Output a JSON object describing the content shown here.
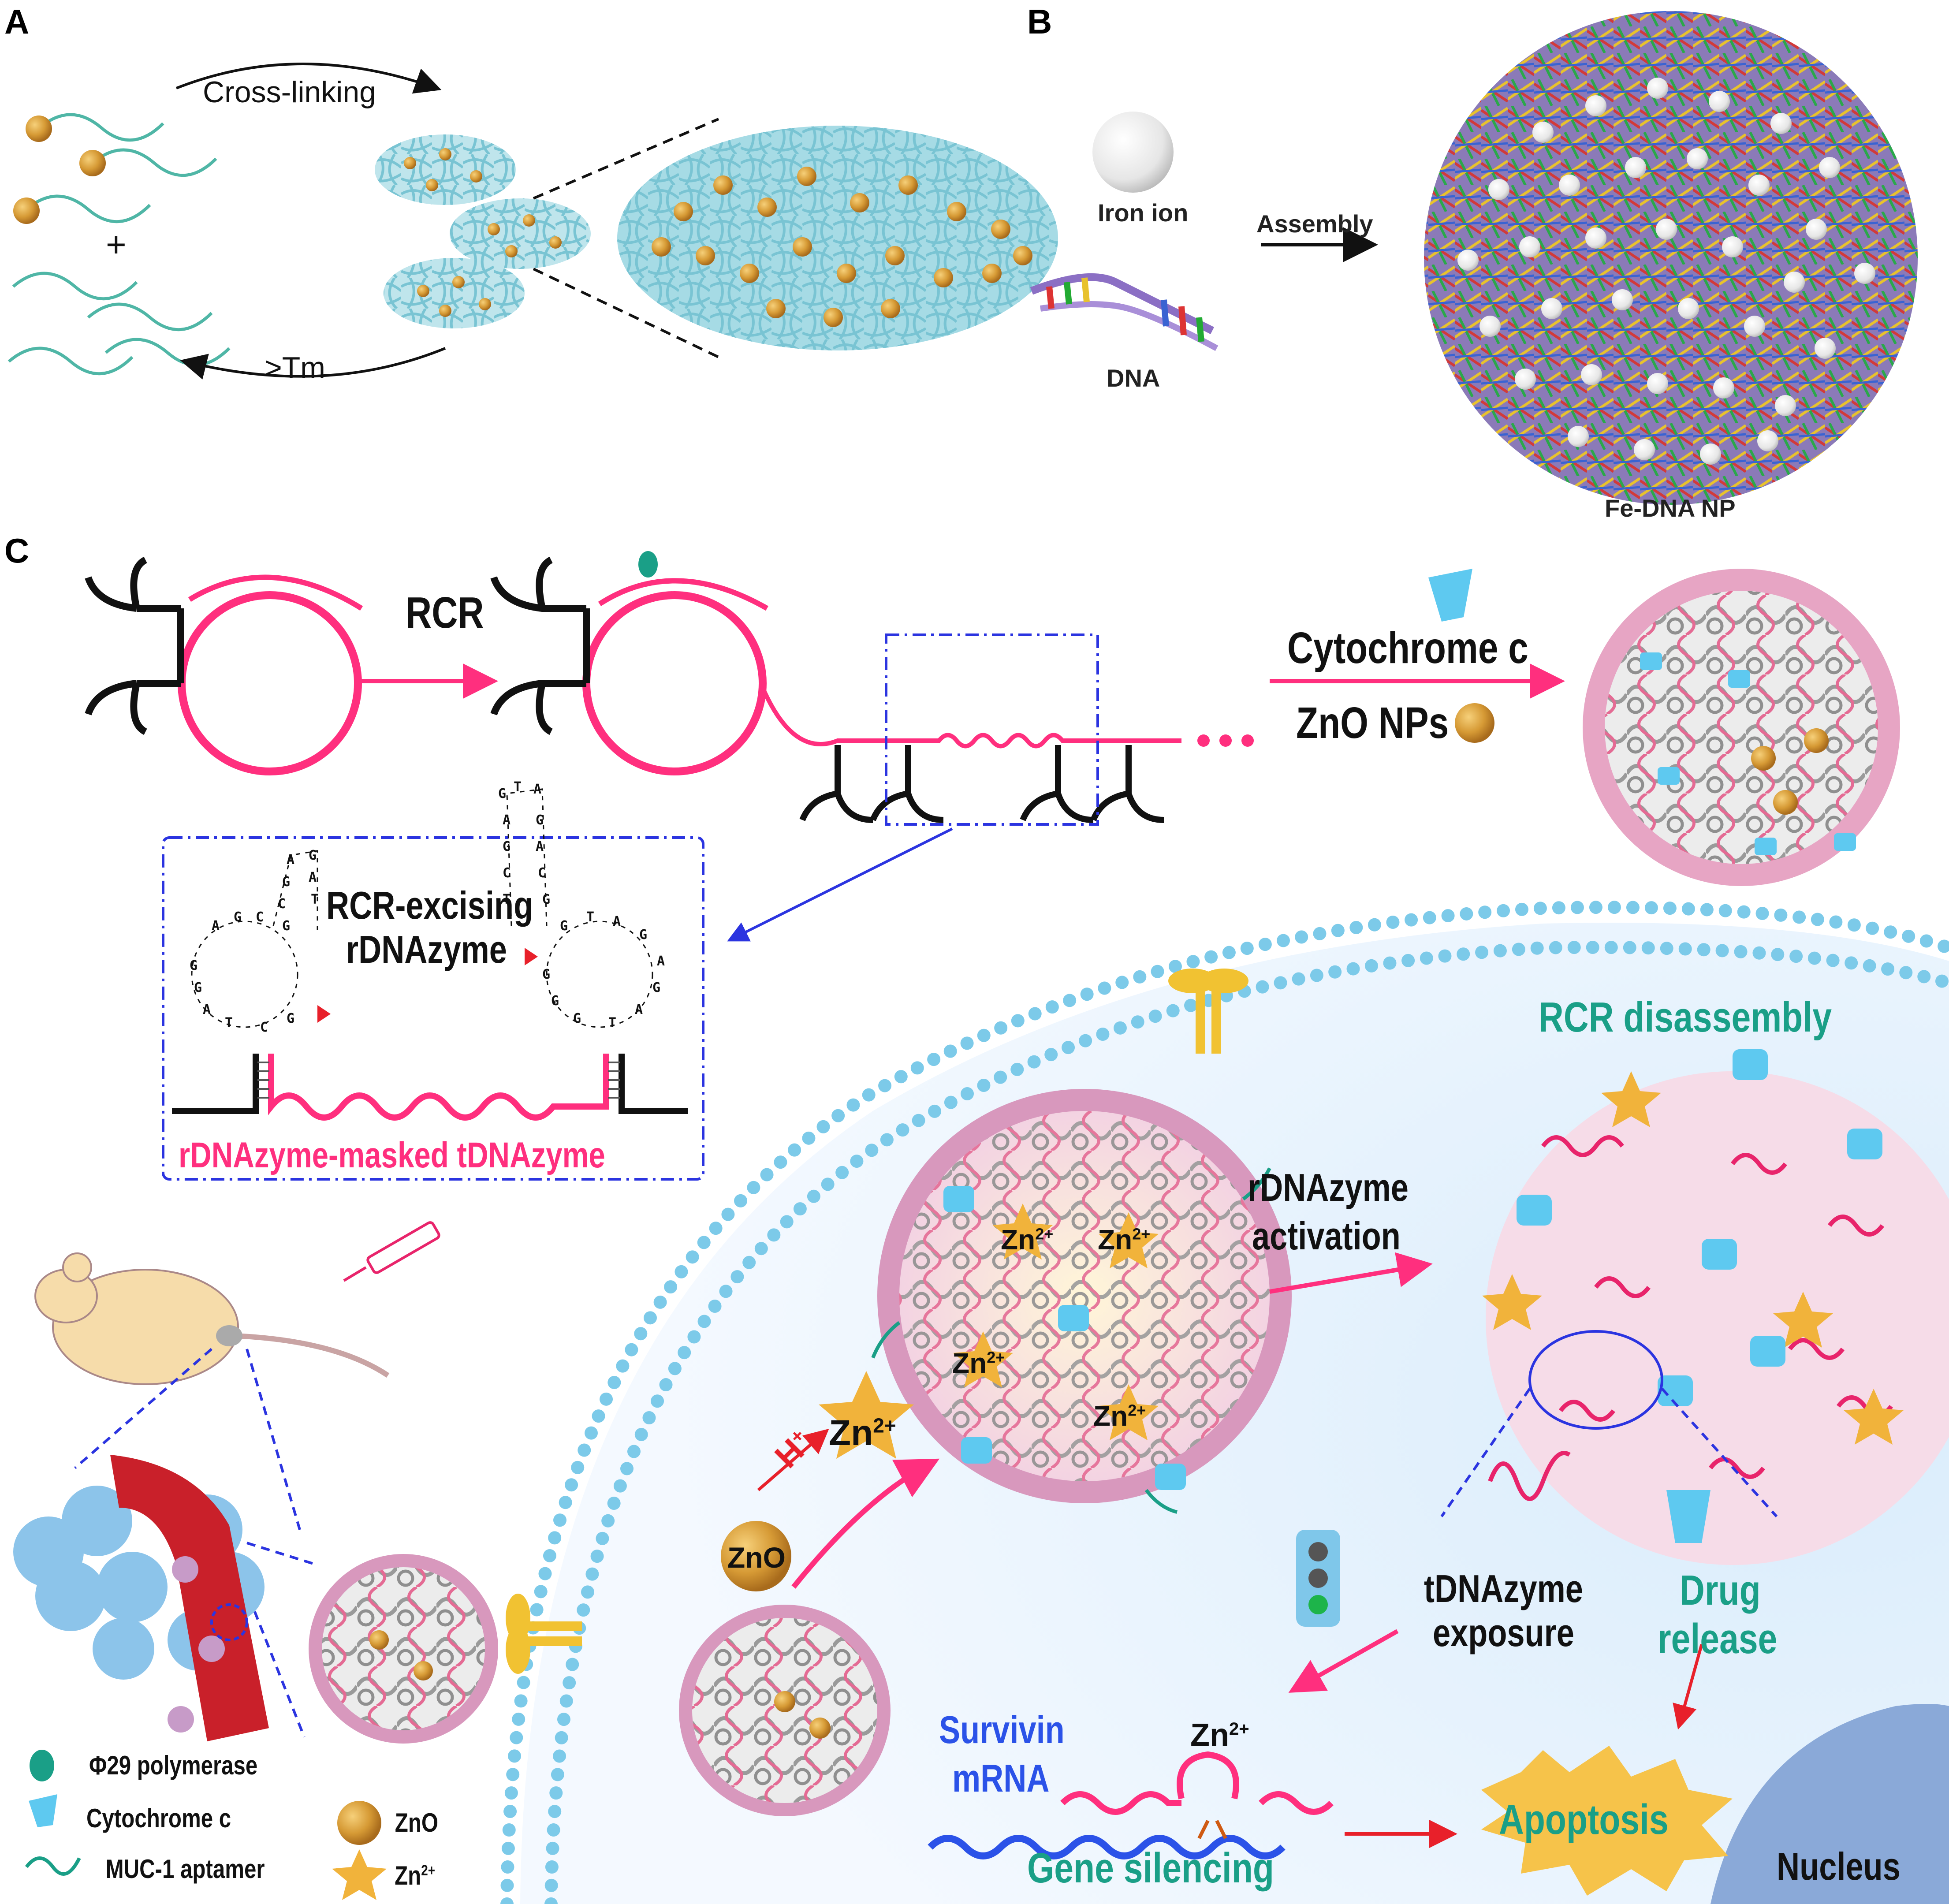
{
  "panels": {
    "a": "A",
    "b": "B",
    "c": "C"
  },
  "panel_a": {
    "cross_linking": "Cross-linking",
    "plus": "+",
    "tm": ">Tm"
  },
  "panel_b": {
    "iron_ion": "Iron ion",
    "dna": "DNA",
    "assembly": "Assembly",
    "np": "Fe-DNA NP"
  },
  "panel_c": {
    "rcr": "RCR",
    "cytochrome": "Cytochrome c",
    "zno_nps": "ZnO NPs",
    "rcr_excising_1": "RCR-excising",
    "rcr_excising_2": "rDNAzyme",
    "masked": "rDNAzyme-masked tDNAzyme",
    "rcr_disassembly": "RCR disassembly",
    "activation_1": "rDNAzyme",
    "activation_2": "activation",
    "zn_ion": "Zn",
    "zn_charge": "2+",
    "h_plus": "H",
    "h_charge": "+",
    "zno": "ZnO",
    "tdnazyme_1": "tDNAzyme",
    "tdnazyme_2": "exposure",
    "drug_1": "Drug",
    "drug_2": "release",
    "survivin_1": "Survivin",
    "survivin_2": "mRNA",
    "gene_silencing": "Gene silencing",
    "apoptosis": "Apoptosis",
    "nucleus": "Nucleus"
  },
  "legend": {
    "polymerase": "Φ29 polymerase",
    "cytochrome": "Cytochrome c",
    "aptamer": "MUC-1 aptamer",
    "zno": "ZnO",
    "zn": "Zn",
    "zn_charge": "2+"
  },
  "colors": {
    "pink": "#ff2f7e",
    "teal_dna": "#7ecbd6",
    "blue_dashed": "#2b34e0",
    "cyan_protein": "#5ec9f0",
    "gold": "#e2a93a",
    "green_text": "#1a9f87",
    "blue_text": "#2b52e8"
  }
}
